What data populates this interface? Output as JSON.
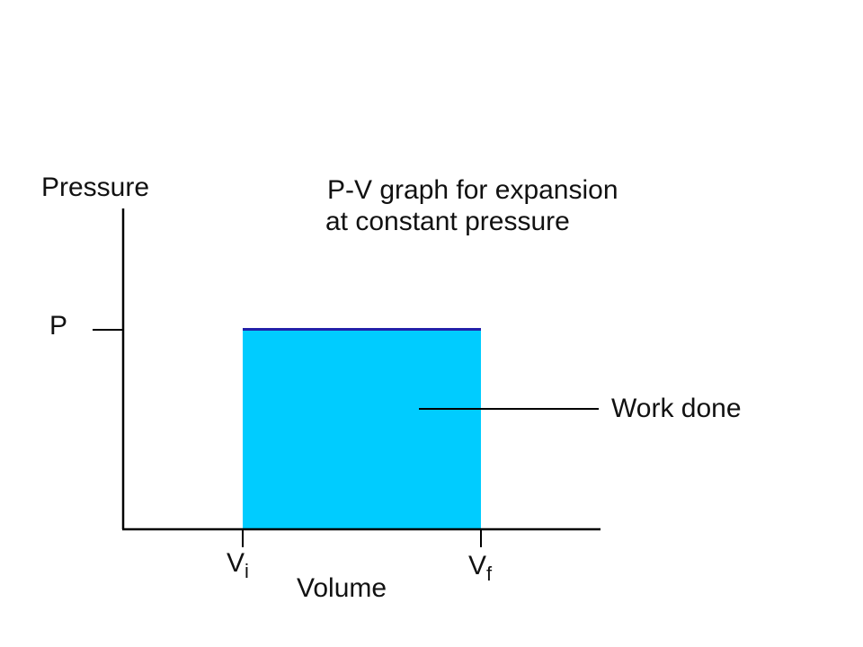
{
  "title": {
    "line1": "P-V graph for expansion",
    "line2": "at constant pressure"
  },
  "axes": {
    "y_label": "Pressure",
    "x_label": "Volume",
    "y_tick": "P",
    "x_tick_initial": {
      "base": "V",
      "sub": "i"
    },
    "x_tick_final": {
      "base": "V",
      "sub": "f"
    }
  },
  "annotation": {
    "label": "Work done"
  },
  "colors": {
    "fill": "#00ccff",
    "top_line": "#2222aa",
    "axis": "#000000",
    "text": "#111111"
  }
}
